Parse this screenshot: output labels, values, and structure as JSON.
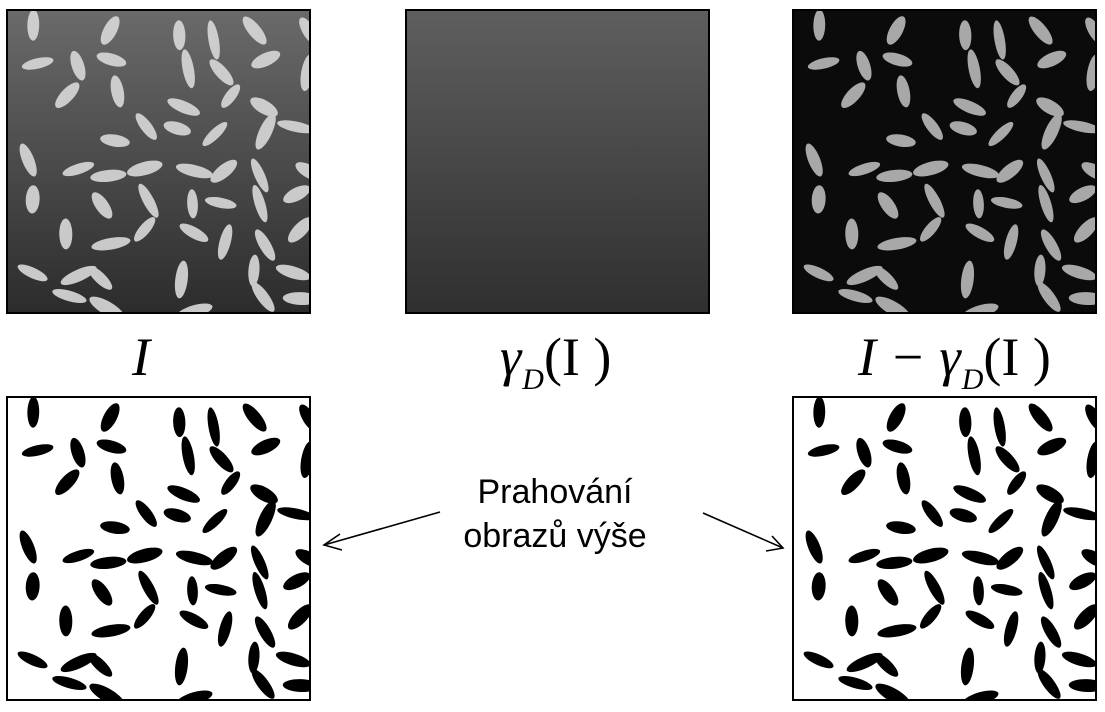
{
  "panels": {
    "original_label": "I",
    "opening_symbol": "γ",
    "opening_sub": "D",
    "opening_arg": "(I )",
    "diff_prefix": "I − ",
    "diff_symbol": "γ",
    "diff_sub": "D",
    "diff_arg": "(I )"
  },
  "caption": {
    "line1": "Prahování",
    "line2": "obrazů výše"
  },
  "colors": {
    "background": "#ffffff",
    "grain_light": "#d2d2d2",
    "grain_dark_bg": "#cfcfcf",
    "opening_fill": "#4c4c4c",
    "binary_grain": "#000000"
  }
}
